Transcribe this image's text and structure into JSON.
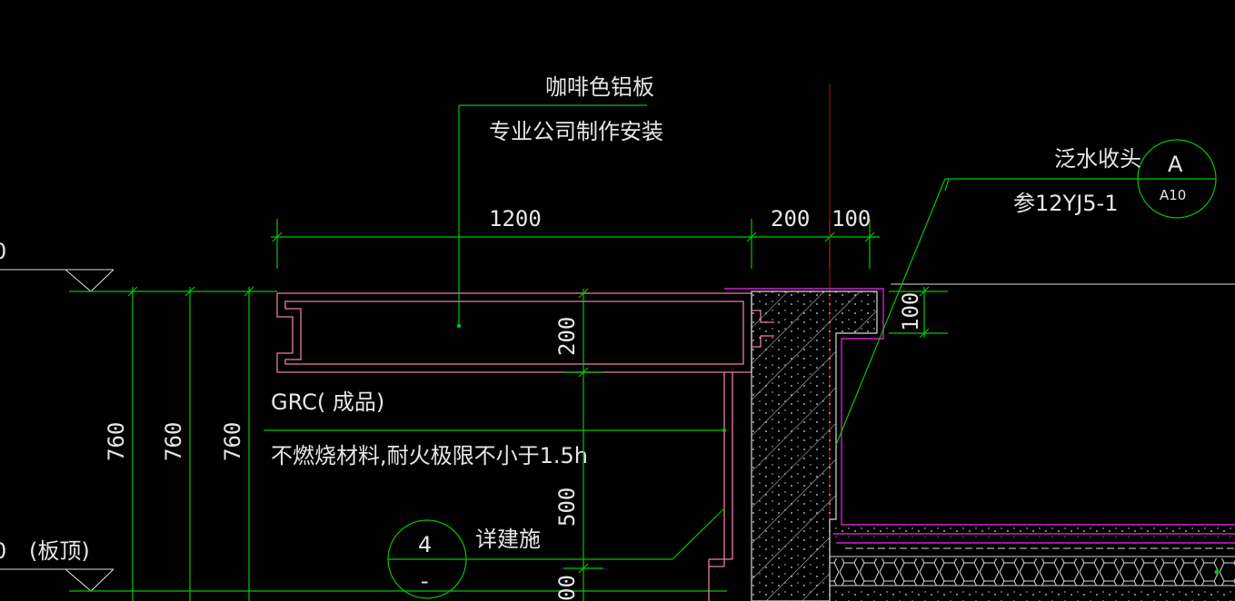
{
  "labels": {
    "cafe_panel": "咖啡色铝板",
    "professional": "专业公司制作安装",
    "grc": "GRC( 成品)",
    "noncombustible": "不燃烧材料,耐火极限不小于1.5h",
    "detail": "详建施",
    "flashing": "泛水收头",
    "reference": "参12YJ5-1",
    "slab_top": "(板顶)"
  },
  "dimensions": {
    "d1200": "1200",
    "d200_top": "200",
    "d100_top": "100",
    "d100_right": "100",
    "d200_vert": "200",
    "d500_vert": "500",
    "d760_a": "760",
    "d760_b": "760",
    "d760_c": "760",
    "d00_cut": "00"
  },
  "callouts": {
    "detail_4": {
      "top": "4",
      "bottom": "-"
    },
    "detail_A": {
      "top": "A",
      "bottom": "A10"
    }
  },
  "edge_fragments": {
    "left_top": "0",
    "left_bottom": "0"
  },
  "colors": {
    "background": "#000000",
    "green": "#00c800",
    "magenta": "#d21ed2",
    "pink": "#e87fa8",
    "white": "#d8d8d8",
    "red": "#a01020"
  }
}
